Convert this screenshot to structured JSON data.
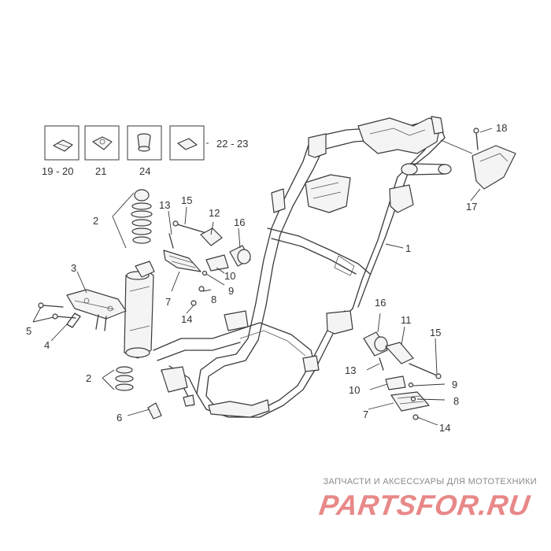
{
  "callouts": [
    {
      "label": "1"
    },
    {
      "label": "2"
    },
    {
      "label": "2"
    },
    {
      "label": "3"
    },
    {
      "label": "4"
    },
    {
      "label": "5"
    },
    {
      "label": "6"
    },
    {
      "label": "7"
    },
    {
      "label": "7"
    },
    {
      "label": "8"
    },
    {
      "label": "8"
    },
    {
      "label": "9"
    },
    {
      "label": "9"
    },
    {
      "label": "10"
    },
    {
      "label": "10"
    },
    {
      "label": "11"
    },
    {
      "label": "12"
    },
    {
      "label": "13"
    },
    {
      "label": "13"
    },
    {
      "label": "14"
    },
    {
      "label": "14"
    },
    {
      "label": "15"
    },
    {
      "label": "15"
    },
    {
      "label": "16"
    },
    {
      "label": "16"
    },
    {
      "label": "17"
    },
    {
      "label": "18"
    },
    {
      "label": "19 - 20"
    },
    {
      "label": "21"
    },
    {
      "label": "22 - 23"
    },
    {
      "label": "24"
    }
  ],
  "watermark": {
    "subtitle": "ЗАПЧАСТИ И АКСЕССУАРЫ ДЛЯ МОТОТЕХНИКИ",
    "logo": "PARTSFOR.RU",
    "logo_color": "#e88888"
  },
  "colors": {
    "line": "#333333",
    "background": "#ffffff"
  }
}
